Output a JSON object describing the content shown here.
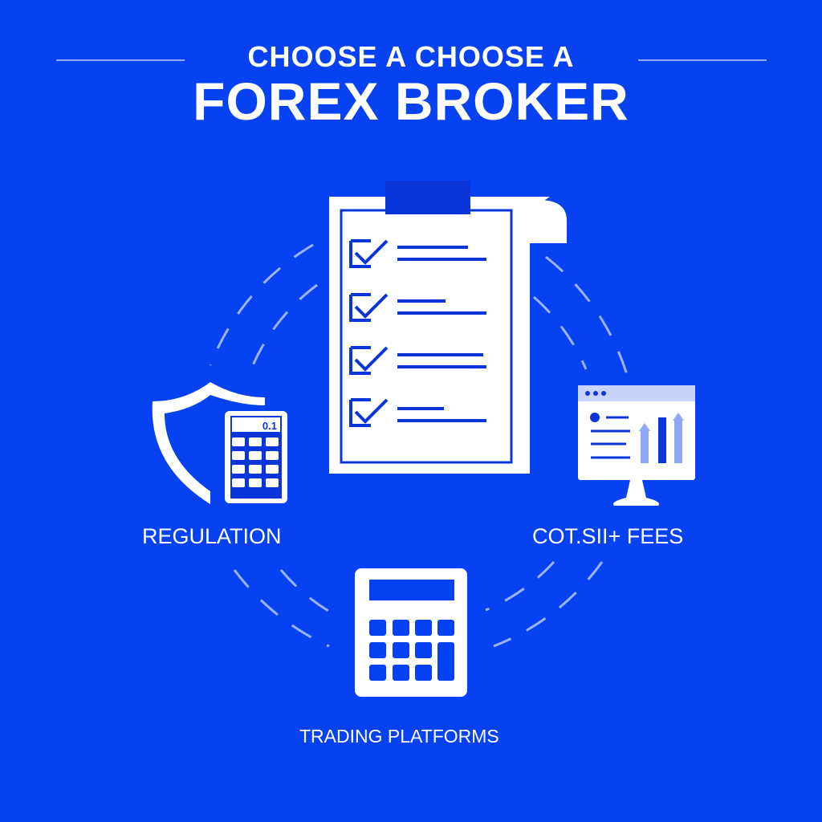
{
  "header": {
    "title_line1": "CHOOSE A CHOOSE A",
    "title_line2": "FOREX BROKER"
  },
  "labels": {
    "regulation": "REGULATION",
    "costs": "COT.SII+ FEES",
    "platforms": "TRADING PLATFORMS"
  },
  "calculator_display": "0.1",
  "colors": {
    "background": "#0642f2",
    "foreground": "#ffffff",
    "accent": "#0a35d8"
  }
}
